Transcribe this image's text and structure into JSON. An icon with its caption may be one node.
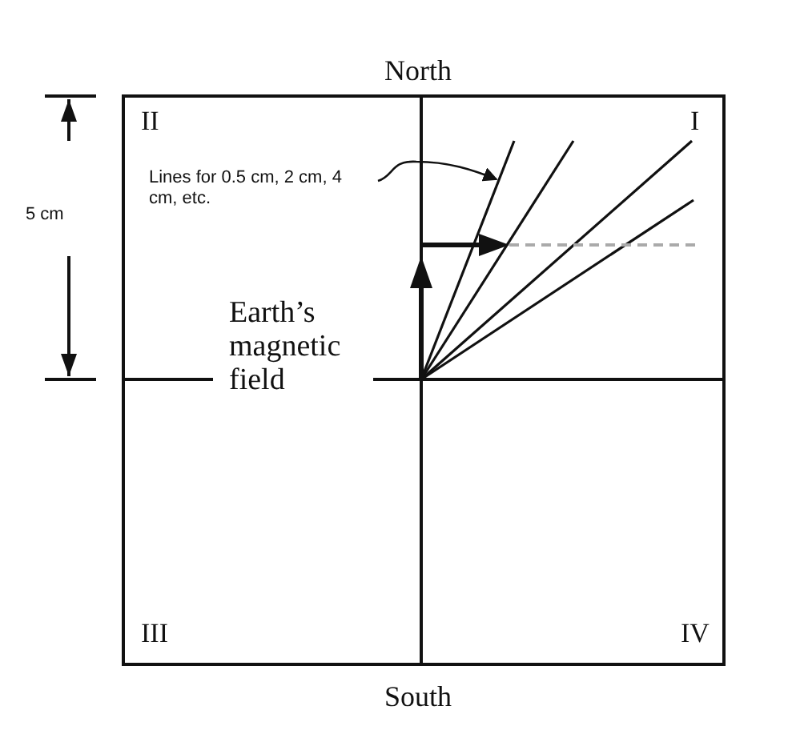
{
  "diagram": {
    "nodes": [
      {
        "text": [
          "Lines for 0.5 cm, 2 cm, 4 cm, etc."
        ]
      },
      {
        "text": [],
        "shape": "line"
      }
    ],
    "edges": [
      {
        "from": 0,
        "to": 1,
        "arrow": "to"
      }
    ],
    "labels": [
      "North",
      "II",
      "I",
      "5 cm",
      "Earth’s magnetic field",
      "III",
      "IV",
      "South"
    ]
  }
}
